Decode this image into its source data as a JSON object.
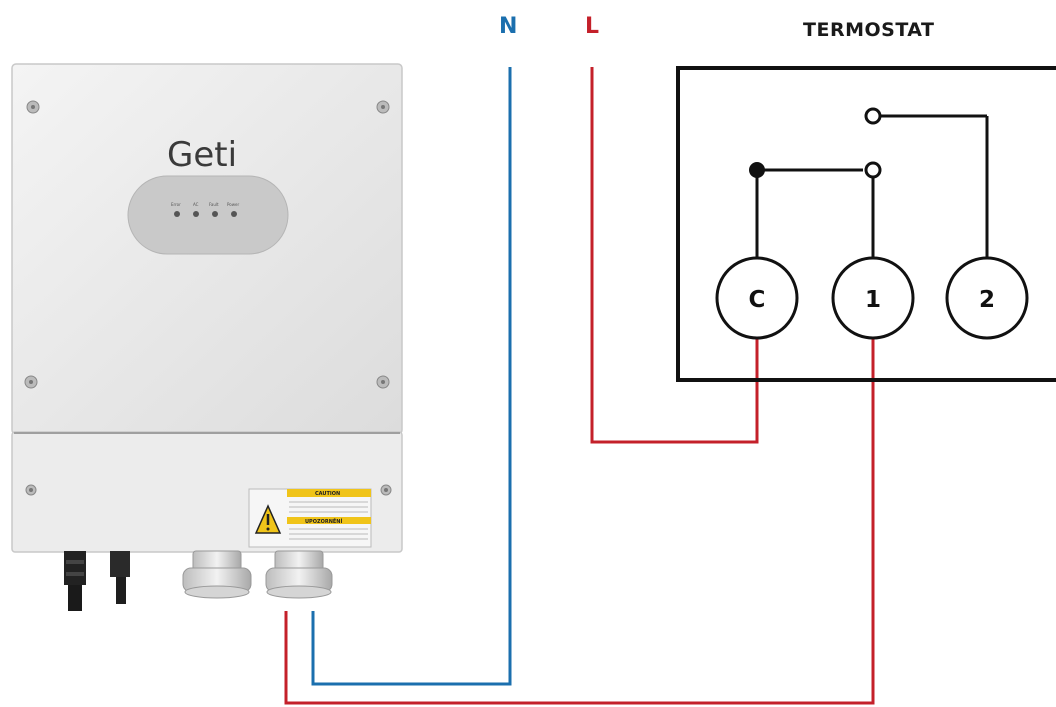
{
  "labels": {
    "neutral": "N",
    "live": "L",
    "thermostat": "TERMOSTAT"
  },
  "device": {
    "brand": "Geti",
    "leds": [
      "Error",
      "AC",
      "Fault",
      "Power"
    ],
    "caution_title": "CAUTION",
    "warning_title": "UPOZORNĚNÍ"
  },
  "terminals": [
    "C",
    "1",
    "2"
  ],
  "colors": {
    "neutral_wire": "#1b6fae",
    "live_wire": "#c4202a",
    "outline": "#111111"
  }
}
